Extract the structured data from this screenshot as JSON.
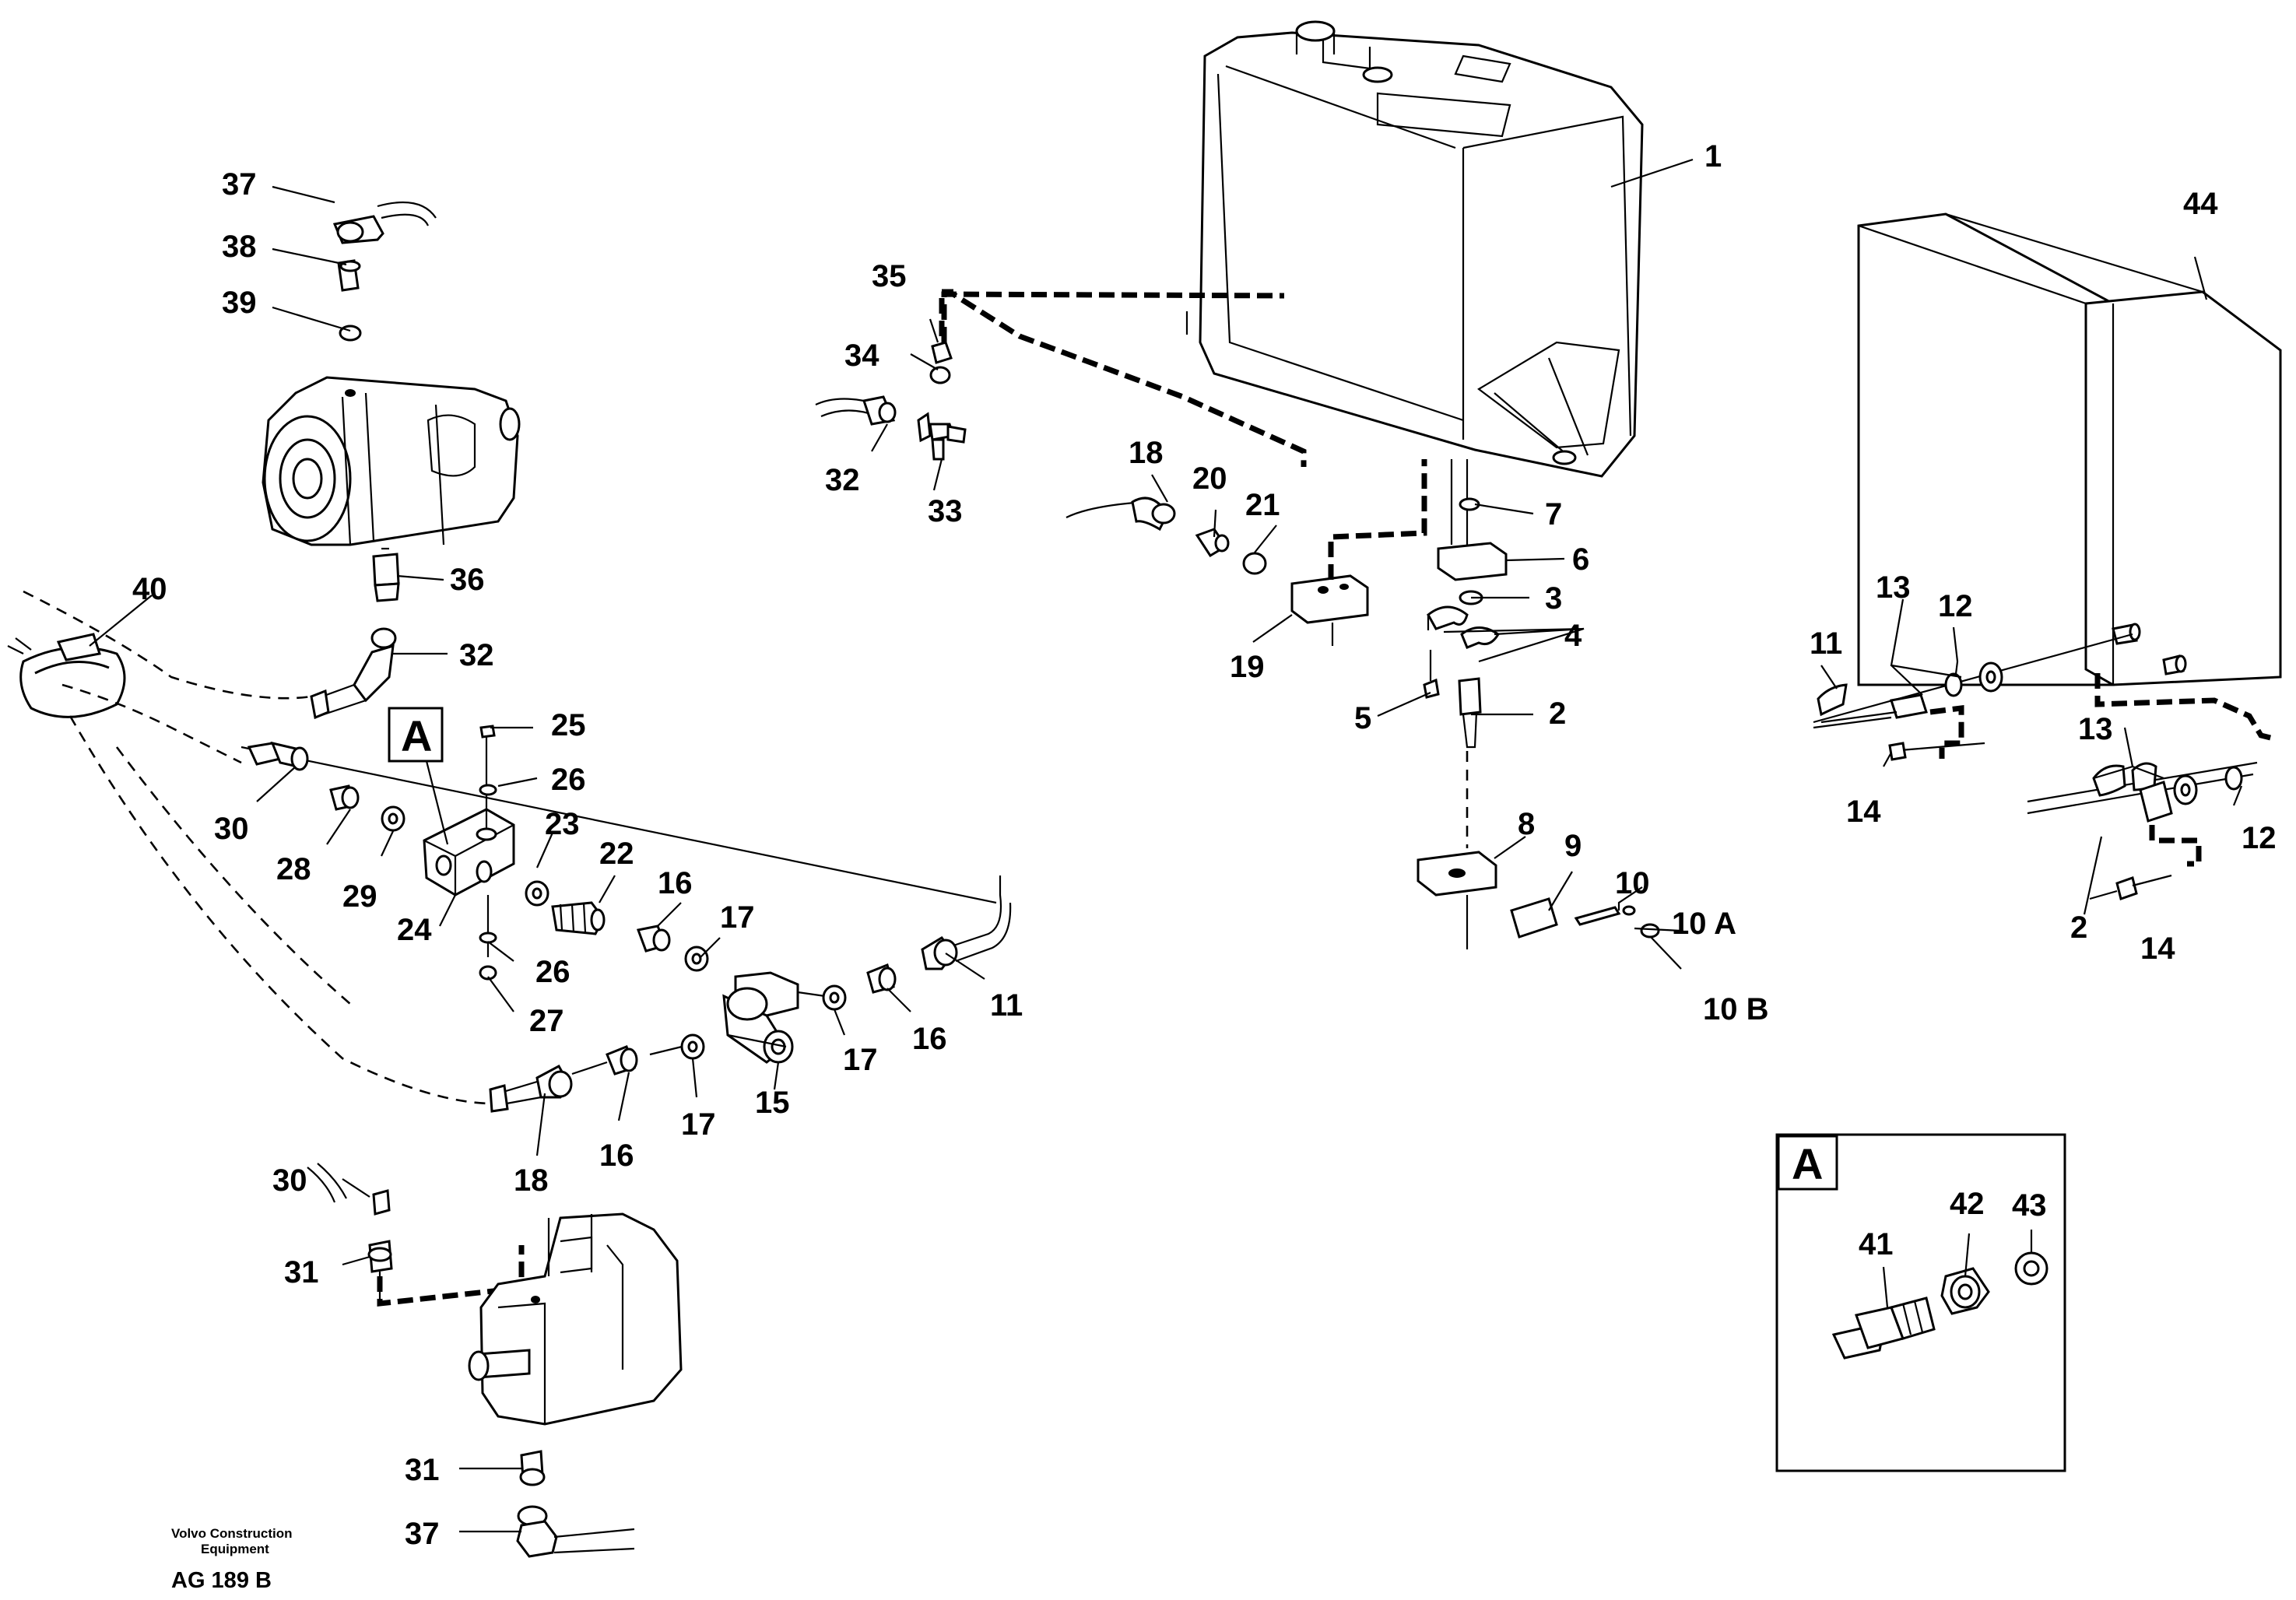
{
  "labels": {
    "l1": "1",
    "l2a": "2",
    "l2b": "2",
    "l3": "3",
    "l4": "4",
    "l5": "5",
    "l6": "6",
    "l7": "7",
    "l8": "8",
    "l9": "9",
    "l10": "10",
    "l10A": "10 A",
    "l10B": "10 B",
    "l11a": "11",
    "l11b": "11",
    "l12a": "12",
    "l12b": "12",
    "l13a": "13",
    "l13b": "13",
    "l14a": "14",
    "l14b": "14",
    "l15": "15",
    "l16a": "16",
    "l16b": "16",
    "l16c": "16",
    "l17a": "17",
    "l17b": "17",
    "l17c": "17",
    "l18a": "18",
    "l18b": "18",
    "l19": "19",
    "l20": "20",
    "l21": "21",
    "l22": "22",
    "l23": "23",
    "l24": "24",
    "l25": "25",
    "l26a": "26",
    "l26b": "26",
    "l27": "27",
    "l28": "28",
    "l29": "29",
    "l30a": "30",
    "l30b": "30",
    "l31a": "31",
    "l31b": "31",
    "l32a": "32",
    "l32b": "32",
    "l33": "33",
    "l34": "34",
    "l35": "35",
    "l36": "36",
    "l37a": "37",
    "l37b": "37",
    "l38": "38",
    "l39": "39",
    "l40": "40",
    "l41": "41",
    "l42": "42",
    "l43": "43",
    "l44": "44"
  },
  "detail_marker": "A",
  "inset_marker": "A",
  "footer": {
    "brand_line1": "Volvo Construction",
    "brand_line2": "Equipment",
    "reference": "AG 189 B"
  }
}
